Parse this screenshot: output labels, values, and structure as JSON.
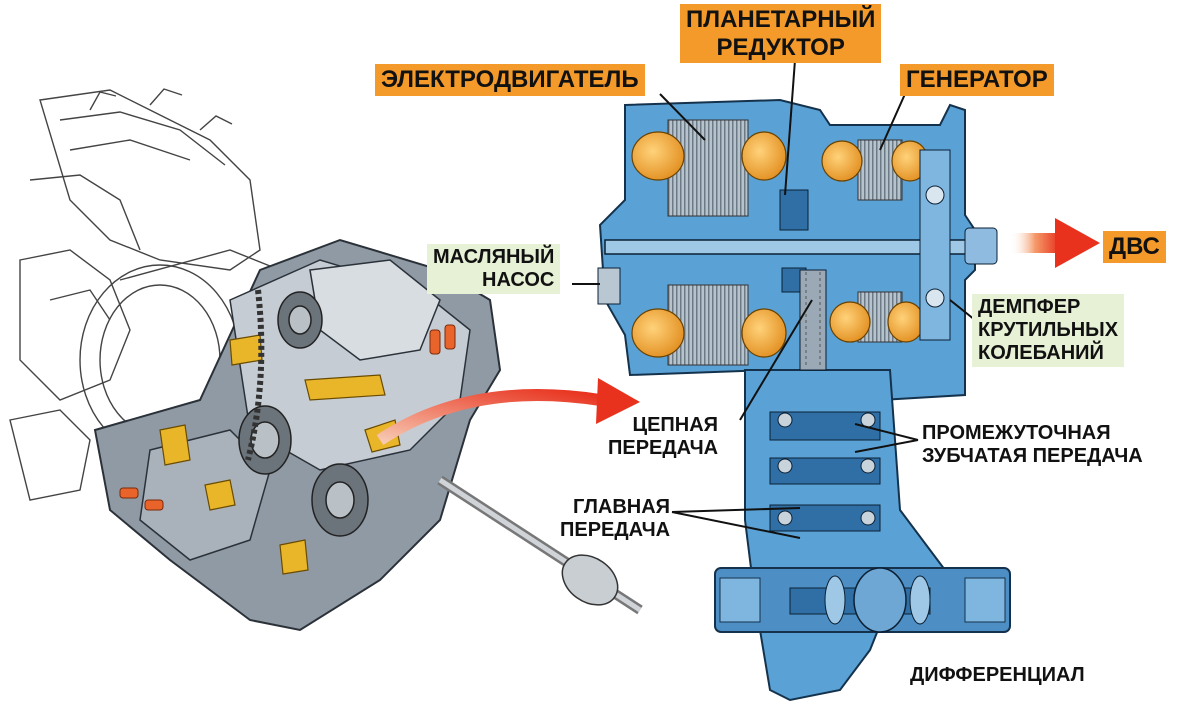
{
  "labels": {
    "planetary": "ПЛАНЕТАРНЫЙ\nРЕДУКТОР",
    "motor": "ЭЛЕКТРОДВИГАТЕЛЬ",
    "generator": "ГЕНЕРАТОР",
    "oil_pump": "МАСЛЯНЫЙ\nНАСОС",
    "ice": "ДВС",
    "damper": "ДЕМПФЕР\nКРУТИЛЬНЫХ\nКОЛЕБАНИЙ",
    "chain": "ЦЕПНАЯ\nПЕРЕДАЧА",
    "intermediate": "ПРОМЕЖУТОЧНАЯ\nЗУБЧАТАЯ ПЕРЕДАЧА",
    "final_drive": "ГЛАВНАЯ\nПЕРЕДАЧА",
    "differential": "ДИФФЕРЕНЦИАЛ"
  },
  "colors": {
    "orange_label": "#f39a2a",
    "green_label": "#e6f1d6",
    "housing_blue": "#5aa2d6",
    "housing_dark": "#2f6fa6",
    "winding_orange": "#f0a531",
    "arrow_red": "#e8321e"
  }
}
